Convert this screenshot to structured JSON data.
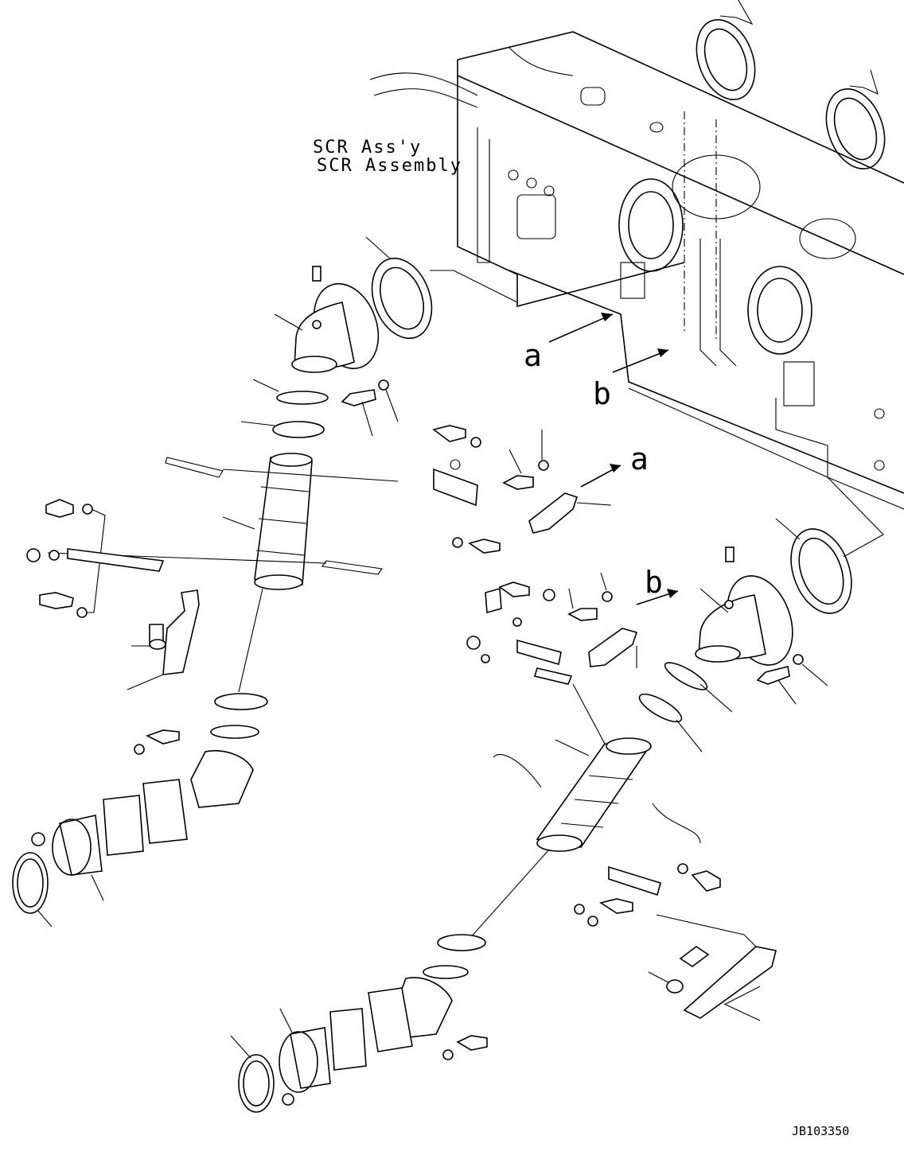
{
  "diagram": {
    "title_line1": "SCR Ass'y",
    "title_line2": "SCR Assembly",
    "arrow_labels": [
      "a",
      "b",
      "a",
      "b"
    ],
    "drawing_code": "JB103350"
  }
}
